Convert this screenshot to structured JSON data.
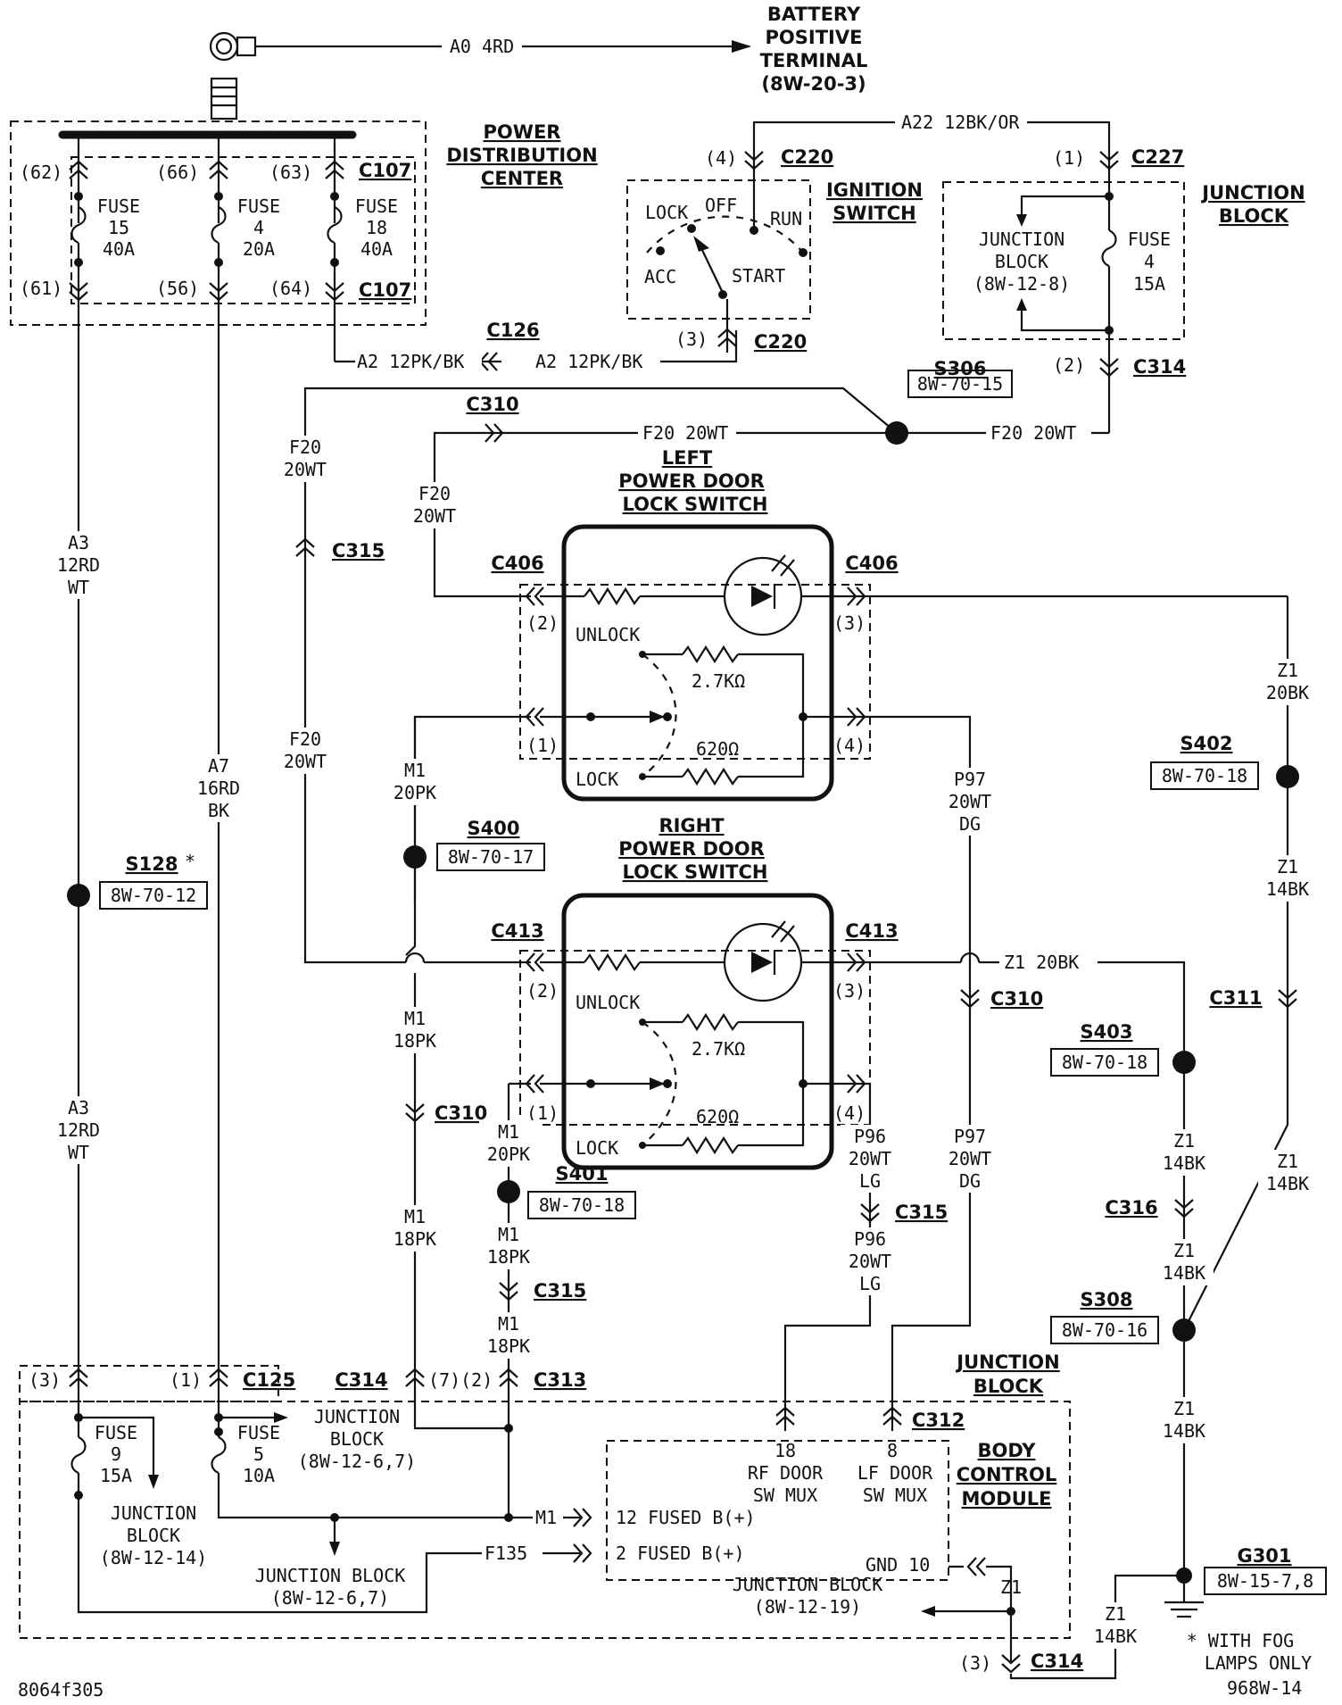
{
  "battery": {
    "title": [
      "BATTERY",
      "POSITIVE",
      "TERMINAL",
      "(8W-20-3)"
    ],
    "wire": "A0  4RD"
  },
  "pdc": {
    "title": [
      "POWER",
      "DISTRIBUTION",
      "CENTER"
    ],
    "c107": "C107",
    "pins_top": [
      "(62)",
      "(66)",
      "(63)"
    ],
    "pins_bottom": [
      "(61)",
      "(56)",
      "(64)"
    ],
    "fuses": [
      {
        "label": [
          "FUSE",
          "15",
          "40A"
        ]
      },
      {
        "label": [
          "FUSE",
          "4",
          "20A"
        ]
      },
      {
        "label": [
          "FUSE",
          "18",
          "40A"
        ]
      }
    ]
  },
  "ignition": {
    "title": [
      "IGNITION",
      "SWITCH"
    ],
    "conn": "C220",
    "pin_top": "(4)",
    "pin_bottom": "(3)",
    "positions": [
      "LOCK",
      "OFF",
      "RUN",
      "ACC",
      "START"
    ]
  },
  "jb_top": {
    "title": [
      "JUNCTION",
      "BLOCK"
    ],
    "c227": "C227",
    "c227_pin": "(1)",
    "c314": "C314",
    "c314_pin": "(2)",
    "inner": [
      "JUNCTION",
      "BLOCK",
      "(8W-12-8)"
    ],
    "fuse": [
      "FUSE",
      "4",
      "15A"
    ]
  },
  "wires": {
    "a22": "A22  12BK/OR",
    "a2_left": "A2  12PK/BK",
    "a2_right": "A2  12PK/BK",
    "c126": "C126",
    "f20_top": "F20  20WT",
    "f20_right": "F20  20WT",
    "f20_left1": [
      "F20",
      "20WT"
    ],
    "f20_left2": [
      "F20",
      "20WT"
    ],
    "f20_left3": [
      "F20",
      "20WT"
    ],
    "a3_top": [
      "A3",
      "12RD",
      "WT"
    ],
    "a3_bottom": [
      "A3",
      "12RD",
      "WT"
    ],
    "a7": [
      "A7",
      "16RD",
      "BK"
    ],
    "m1_a": [
      "M1",
      "20PK"
    ],
    "m1_b": [
      "M1",
      "18PK"
    ],
    "m1_c": [
      "M1",
      "18PK"
    ],
    "m1_d": [
      "M1",
      "20PK"
    ],
    "m1_e": [
      "M1",
      "18PK"
    ],
    "m1_f": [
      "M1",
      "18PK"
    ],
    "p97_a": [
      "P97",
      "20WT",
      "DG"
    ],
    "p97_b": [
      "P97",
      "20WT",
      "DG"
    ],
    "p96_a": [
      "P96",
      "20WT",
      "LG"
    ],
    "p96_b": [
      "P96",
      "20WT",
      "LG"
    ],
    "z1_a": [
      "Z1",
      "20BK"
    ],
    "z1_b": [
      "Z1",
      "14BK"
    ],
    "z1_c": [
      "Z1",
      "14BK"
    ],
    "z1_d": [
      "Z1",
      "14BK"
    ],
    "z1_e": [
      "Z1",
      "14BK"
    ],
    "z1_f": [
      "Z1",
      "14BK"
    ],
    "z1_mid": "Z1  20BK",
    "z1_g": [
      "Z1",
      "14BK"
    ],
    "z1_small": "Z1",
    "m1_in": "M1",
    "f135": "F135"
  },
  "connectors": {
    "c310": "C310",
    "c315": "C315",
    "c406": "C406",
    "c413": "C413",
    "c311": "C311",
    "c316": "C316",
    "c313": "C313",
    "c125": "C125",
    "c312": "C312",
    "c314": "C314"
  },
  "splices": {
    "s306": {
      "name": "S306",
      "ref": "8W-70-15"
    },
    "s402": {
      "name": "S402",
      "ref": "8W-70-18"
    },
    "s400": {
      "name": "S400",
      "ref": "8W-70-17"
    },
    "s128": {
      "name": "S128",
      "star": "*",
      "ref": "8W-70-12"
    },
    "s403": {
      "name": "S403",
      "ref": "8W-70-18"
    },
    "s401": {
      "name": "S401",
      "ref": "8W-70-18"
    },
    "s308": {
      "name": "S308",
      "ref": "8W-70-16"
    },
    "g301": {
      "name": "G301",
      "ref": "8W-15-7,8"
    }
  },
  "left_switch": {
    "title": [
      "LEFT",
      "POWER  DOOR",
      "LOCK  SWITCH"
    ],
    "unlock": "UNLOCK",
    "lock": "LOCK",
    "r1": "2.7KΩ",
    "r2": "620Ω",
    "pins": [
      "(2)",
      "(1)",
      "(3)",
      "(4)"
    ]
  },
  "right_switch": {
    "title": [
      "RIGHT",
      "POWER  DOOR",
      "LOCK  SWITCH"
    ],
    "unlock": "UNLOCK",
    "lock": "LOCK",
    "r1": "2.7KΩ",
    "r2": "620Ω",
    "pins": [
      "(2)",
      "(1)",
      "(3)",
      "(4)"
    ]
  },
  "jb_bottom": {
    "title": [
      "JUNCTION",
      "BLOCK"
    ],
    "pin3": "(3)",
    "pin1": "(1)",
    "pin7_2": "(7)(2)",
    "fuse9": [
      "FUSE",
      "9",
      "15A"
    ],
    "fuse5": [
      "FUSE",
      "5",
      "10A"
    ],
    "jb_12_14": [
      "JUNCTION",
      "BLOCK",
      "(8W-12-14)"
    ],
    "jb_12_67a": [
      "JUNCTION",
      "BLOCK",
      "(8W-12-6,7)"
    ],
    "jb_12_67b": [
      "JUNCTION BLOCK",
      "(8W-12-6,7)"
    ],
    "jb_12_19": [
      "JUNCTION BLOCK",
      "(8W-12-19)"
    ],
    "c314_pin": "(3)"
  },
  "bcm": {
    "title": [
      "BODY",
      "CONTROL",
      "MODULE"
    ],
    "pin18": "18",
    "pin8": "8",
    "rf": [
      "RF DOOR",
      "SW MUX"
    ],
    "lf": [
      "LF DOOR",
      "SW MUX"
    ],
    "p12": "12  FUSED B(+)",
    "p2": "2  FUSED B(+)",
    "gnd": "GND  10"
  },
  "notes": {
    "fog": [
      "*  WITH FOG",
      "LAMPS ONLY"
    ],
    "code_left": "8064f305",
    "code_right": "968W-14"
  }
}
